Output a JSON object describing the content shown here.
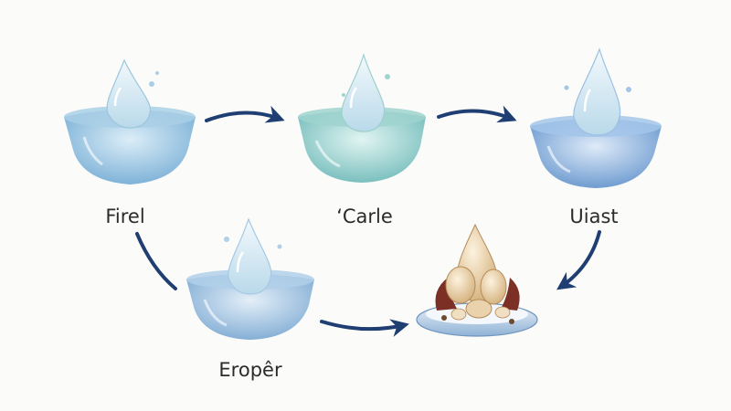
{
  "diagram": {
    "stages": [
      {
        "label": "Firel",
        "color": "#5f9fce",
        "icon": "water-drop-bowl-icon"
      },
      {
        "label": "ʻCarle",
        "color": "#6bbcbc",
        "icon": "water-drop-bowl-icon"
      },
      {
        "label": "Uiast",
        "color": "#5d94d2",
        "icon": "water-drop-bowl-icon"
      },
      {
        "label": "Eropêr",
        "color": "#6ea2cf",
        "icon": "water-drop-bowl-icon"
      }
    ],
    "result": {
      "icon": "seed-dish-icon"
    },
    "arrow_color": "#1f3f73"
  }
}
